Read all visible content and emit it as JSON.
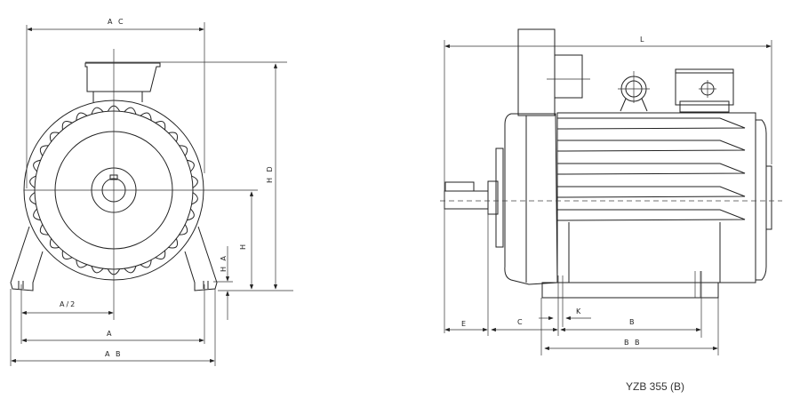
{
  "front_view": {
    "labels": {
      "ac": "A C",
      "hd": "H D",
      "h": "H",
      "ha": "H A",
      "a_half": "A/2",
      "a": "A",
      "ab": "A B"
    }
  },
  "side_view": {
    "labels": {
      "l": "L",
      "e": "E",
      "c": "C",
      "k": "K",
      "b": "B",
      "bb": "B B"
    }
  },
  "caption": "YZB 355 (B)",
  "colors": {
    "line": "#222222",
    "background": "#ffffff"
  }
}
